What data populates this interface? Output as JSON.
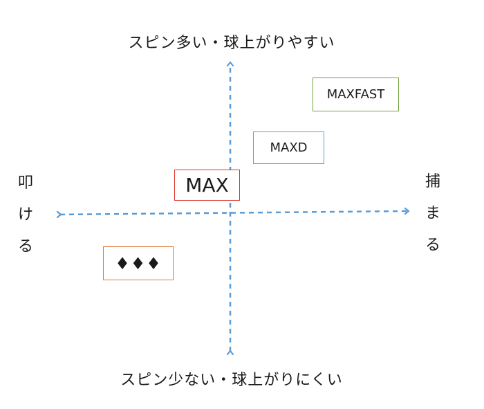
{
  "axes": {
    "top": "スピン多い・球上がりやすい",
    "bottom": "スピン少ない・球上がりにくい",
    "left_chars": [
      "叩",
      "け",
      "る"
    ],
    "right_chars": [
      "捕",
      "ま",
      "る"
    ]
  },
  "items": {
    "maxfast": "MAXFAST",
    "maxd": "MAXD",
    "max": "MAX",
    "diamonds": "♦♦♦"
  },
  "colors": {
    "axis": "#5b9bd5",
    "maxfast_border": "#6fa03c",
    "maxd_border": "#4aa8d8",
    "max_border": "#d9352b",
    "diamonds_border": "#e07a2e"
  }
}
